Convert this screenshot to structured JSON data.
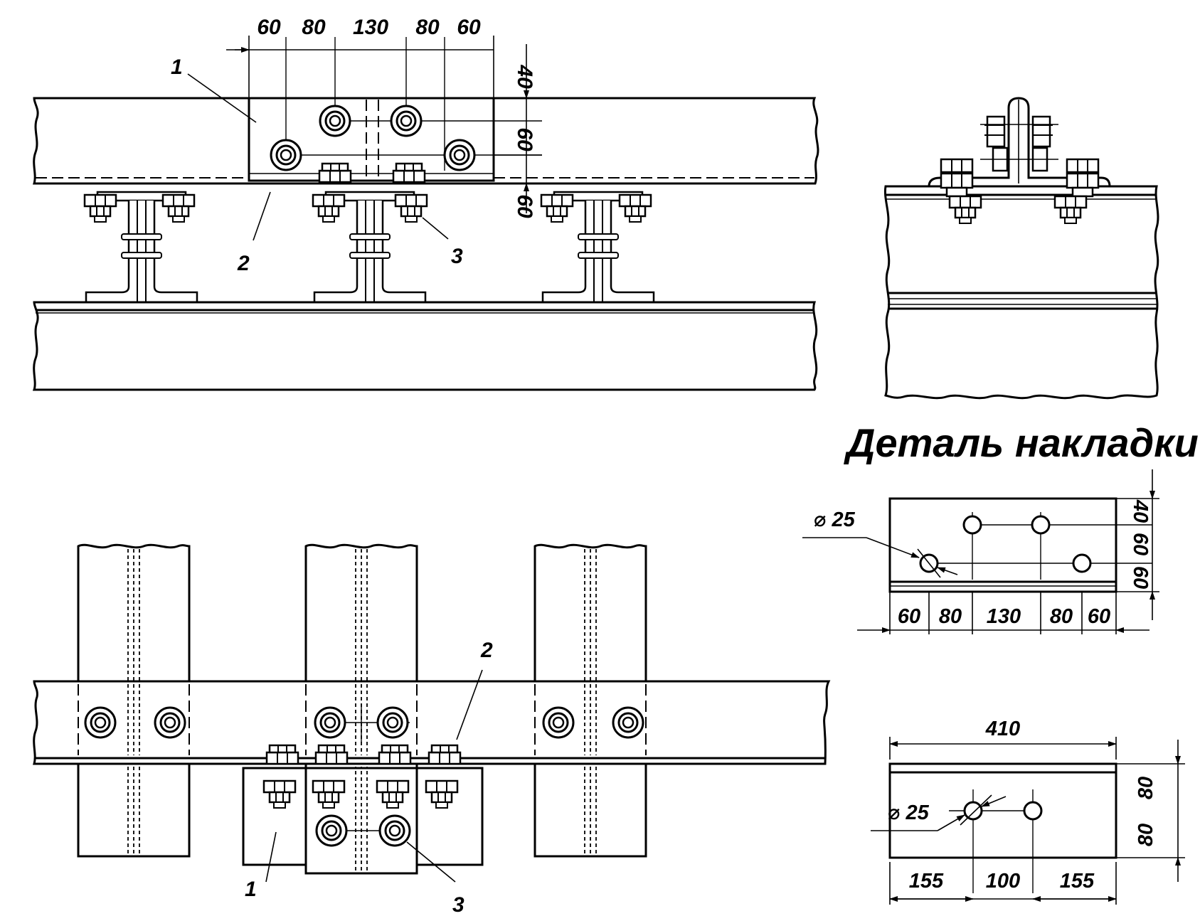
{
  "detail_title": "Деталь накладки",
  "top_view": {
    "dims_top": [
      "60",
      "80",
      "130",
      "80",
      "60"
    ],
    "dims_right": [
      "40",
      "60",
      "60"
    ],
    "callouts": [
      "1",
      "2",
      "3"
    ]
  },
  "plan_view": {
    "callouts": [
      "1",
      "2",
      "3"
    ]
  },
  "splice_plate_detail": {
    "hole_diameter": "⌀ 25",
    "dims_bottom": [
      "60",
      "80",
      "130",
      "80",
      "60"
    ],
    "dims_right": [
      "40",
      "60",
      "60"
    ]
  },
  "angle_detail": {
    "overall_length": "410",
    "hole_diameter": "⌀ 25",
    "dims_bottom": [
      "155",
      "100",
      "155"
    ],
    "dims_right": [
      "80",
      "80"
    ]
  }
}
